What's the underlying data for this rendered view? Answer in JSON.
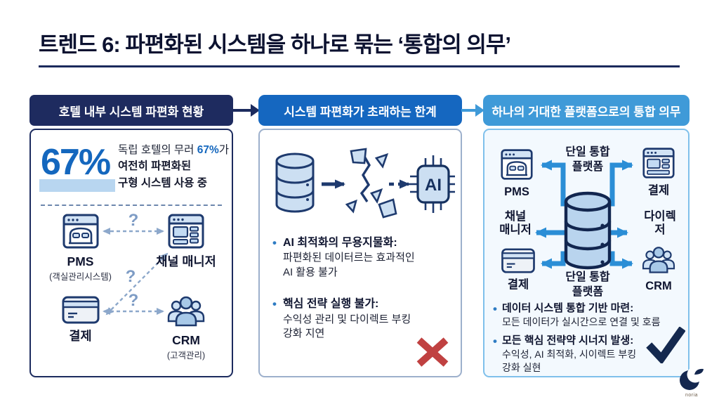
{
  "title": "트렌드 6: 파편화된 시스템을 하나로 묶는 ‘통합의 의무’",
  "colors": {
    "navy": "#1c2b5e",
    "header1_bg": "#1e2b5f",
    "header2_bg": "#1567c0",
    "header3_bg": "#3f9ad8",
    "stat_blue": "#1467be",
    "stat_highlight": "#b8d6f0",
    "icon_outline_navy": "#1e3a6e",
    "icon_fill_light_blue": "#d2e3f5",
    "hub_arrow_blue": "#2b8ed6",
    "dashed_arrow_blue_gray": "#8da8cb",
    "cross_red": "#c04141",
    "check_navy": "#14294f",
    "panel3_bg": "#f3f9fe",
    "panel3_border": "#7fc0eb"
  },
  "flow": {
    "step1_header": "호텔 내부 시스템 파편화 현황",
    "step2_header": "시스템 파편화가 초래하는 한계",
    "step3_header": "하나의 거대한 플랫폼으로의 통합 의무"
  },
  "panel1": {
    "stat_value": "67%",
    "desc_pre": "독립 호텔의 무러 ",
    "desc_highlight": "67%",
    "desc_post": "가",
    "desc_line2": "여전히 파편화된",
    "desc_line3": "구형 시스템 사용 중",
    "question_mark": "?",
    "nodes": [
      {
        "label": "PMS",
        "sub": "(객실관리시스템)",
        "icon": "pms-window-bed-icon"
      },
      {
        "label": "채널 매니저",
        "sub": "",
        "icon": "channel-manager-window-icon"
      },
      {
        "label": "결제",
        "sub": "",
        "icon": "payment-card-icon"
      },
      {
        "label": "CRM",
        "sub": "(고객관리)",
        "icon": "crm-people-icon"
      }
    ]
  },
  "panel2": {
    "ai_chip_label": "AI",
    "bullets": [
      {
        "title": "AI 최적화의 무용지물화:",
        "line1": "파편화된 데이터르는 효과적인",
        "line2": "AI 활용 불가"
      },
      {
        "title": "핵심 전략 실행 불가:",
        "line1": "수익성 관리 및 다이렉트 부킹",
        "line2": "강화 지연"
      }
    ]
  },
  "panel3": {
    "hub_label_top": "단일 통합\n플랫폼",
    "hub_label_bottom": "단일 통합\n플랫폼",
    "left_nodes": [
      {
        "label": "PMS",
        "icon": "pms-window-bed-icon"
      },
      {
        "label": "채널\n매니저",
        "icon": ""
      },
      {
        "label": "결제",
        "icon": "payment-card-icon"
      }
    ],
    "right_nodes": [
      {
        "label": "결제",
        "icon": "payment-window-icon"
      },
      {
        "label": "다이렉\n저",
        "icon": ""
      },
      {
        "label": "CRM",
        "icon": "crm-people-icon"
      }
    ],
    "bullets": [
      {
        "title": "데이터 시스템 통합 기반 마련:",
        "line1": "모든 데이터가 실시간으로 연결 및 호름"
      },
      {
        "title": "모든 핵심 전략약 시너지 발생:",
        "line1": "수익성, AI 최적화, 시이렉트 부킹",
        "line2": "강화 실현"
      }
    ]
  },
  "logo": {
    "text": "noria"
  }
}
